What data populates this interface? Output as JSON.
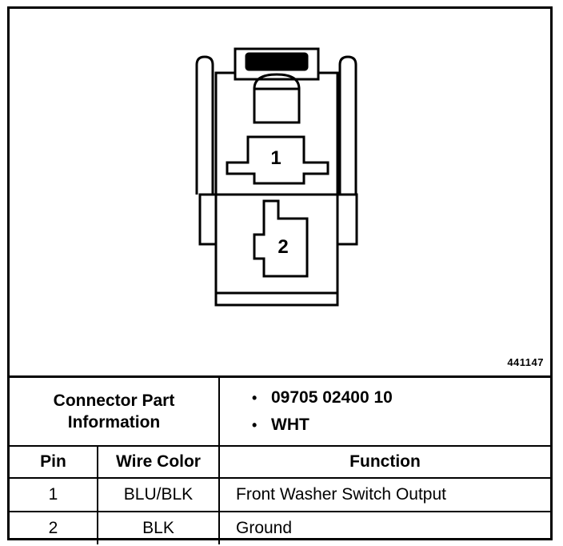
{
  "figure_number": "441147",
  "connector": {
    "pin_labels": [
      "1",
      "2"
    ]
  },
  "part_info": {
    "label_line1": "Connector Part",
    "label_line2": "Information",
    "items": [
      "09705 02400 10",
      "WHT"
    ]
  },
  "table": {
    "headers": [
      "Pin",
      "Wire Color",
      "Function"
    ],
    "rows": [
      {
        "pin": "1",
        "wire_color": "BLU/BLK",
        "function": "Front Washer Switch Output"
      },
      {
        "pin": "2",
        "wire_color": "BLK",
        "function": "Ground"
      }
    ]
  }
}
